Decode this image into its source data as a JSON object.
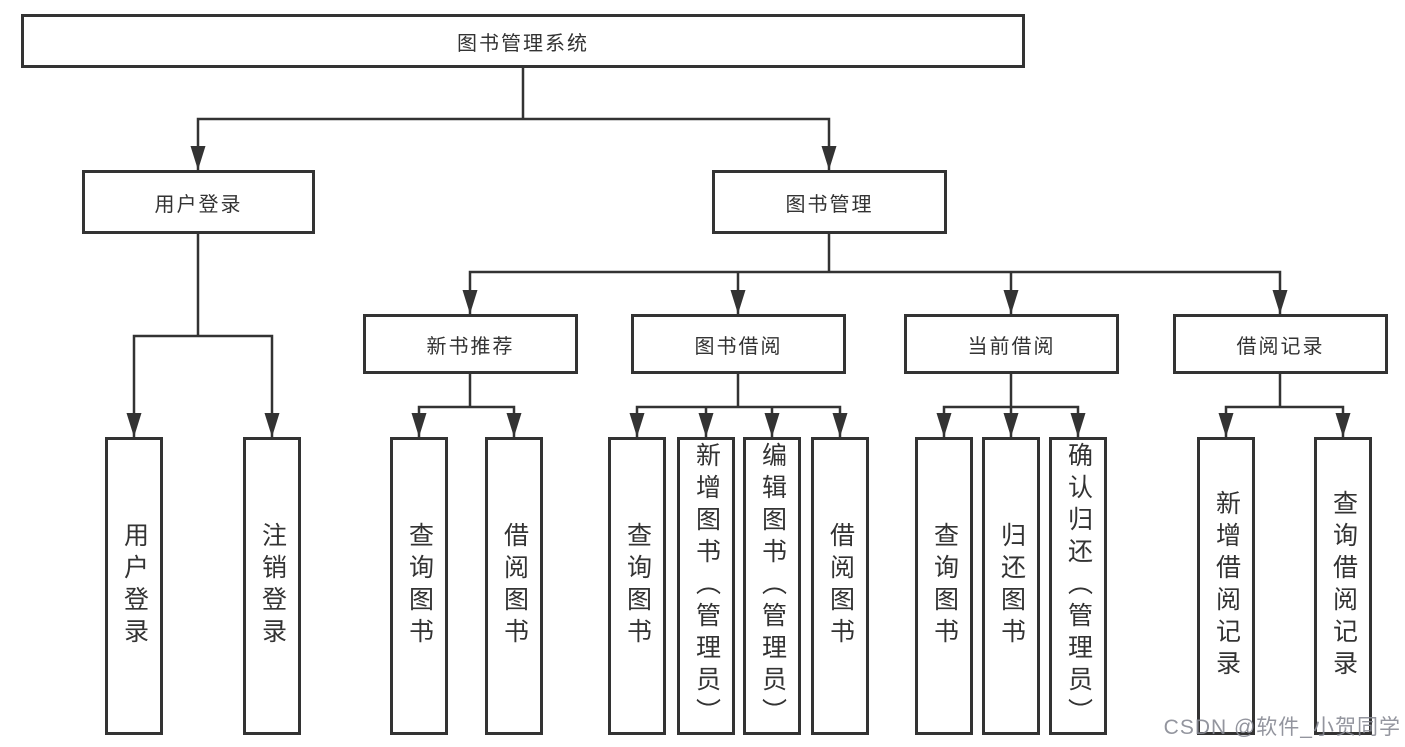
{
  "colors": {
    "line": "#333333",
    "box_border": "#333333",
    "text": "#333333",
    "watermark": "#878a94",
    "background": "#ffffff"
  },
  "tree": {
    "root": {
      "label": "图书管理系统"
    },
    "branches": [
      {
        "label": "用户登录",
        "children": [
          {
            "label": "用户登录"
          },
          {
            "label": "注销登录"
          }
        ]
      },
      {
        "label": "图书管理",
        "children": [
          {
            "label": "新书推荐",
            "children": [
              {
                "label": "查询图书"
              },
              {
                "label": "借阅图书"
              }
            ]
          },
          {
            "label": "图书借阅",
            "children": [
              {
                "label": "查询图书"
              },
              {
                "label": "新增图书（管理员）"
              },
              {
                "label": "编辑图书（管理员）"
              },
              {
                "label": "借阅图书"
              }
            ]
          },
          {
            "label": "当前借阅",
            "children": [
              {
                "label": "查询图书"
              },
              {
                "label": "归还图书"
              },
              {
                "label": "确认归还（管理员）"
              }
            ]
          },
          {
            "label": "借阅记录",
            "children": [
              {
                "label": "新增借阅记录"
              },
              {
                "label": "查询借阅记录"
              }
            ]
          }
        ]
      }
    ]
  },
  "watermark": {
    "text": "CSDN @软件_小贺同学"
  }
}
